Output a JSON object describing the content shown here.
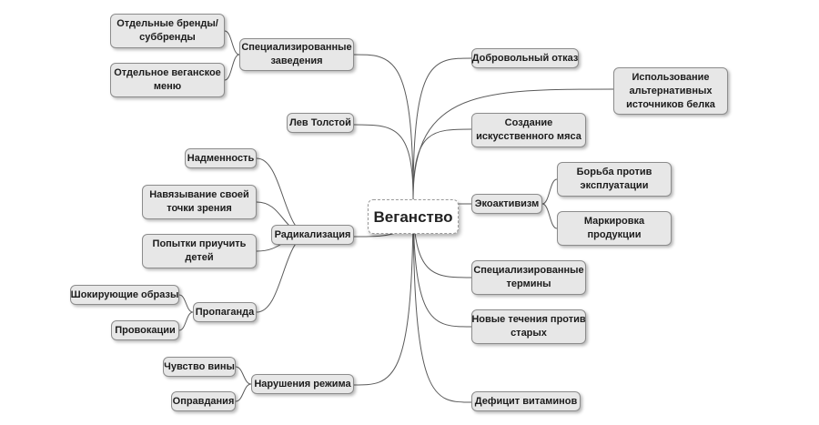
{
  "root": {
    "label": "Веганство"
  },
  "nodes": {
    "specialized_places": "Специализированные\nзаведения",
    "separate_brands": "Отдельные бренды/\nсуббренды",
    "separate_vegan_menu": "Отдельное веганское\nменю",
    "lev_tolstoy": "Лев Толстой",
    "arrogance": "Надменность",
    "imposing_view": "Навязывание своей\nточки зрения",
    "radicalization": "Радикализация",
    "teaching_children": "Попытки приучить\nдетей",
    "shocking_images": "Шокирующие образы",
    "propaganda": "Пропаганда",
    "provocations": "Провокации",
    "guilt": "Чувство вины",
    "diet_violations": "Нарушения режима",
    "excuses": "Оправдания",
    "voluntary_refusal": "Добровольный отказ",
    "alt_protein": "Использование\nальтернативных\nисточников белка",
    "artificial_meat": "Создание\nискусственного мяса",
    "ecoactivism": "Экоактивизм",
    "anti_exploitation": "Борьба против\nэксплуатации",
    "product_labeling": "Маркировка\nпродукции",
    "special_terms": "Специализированные\nтермины",
    "new_trends": "Новые течения против\nстарых",
    "vitamin_deficiency": "Дефицит витаминов"
  },
  "colors": {
    "node_fill": "#e7e7e7",
    "node_border": "#8c8c8c",
    "edge": "#5a5a5a"
  }
}
